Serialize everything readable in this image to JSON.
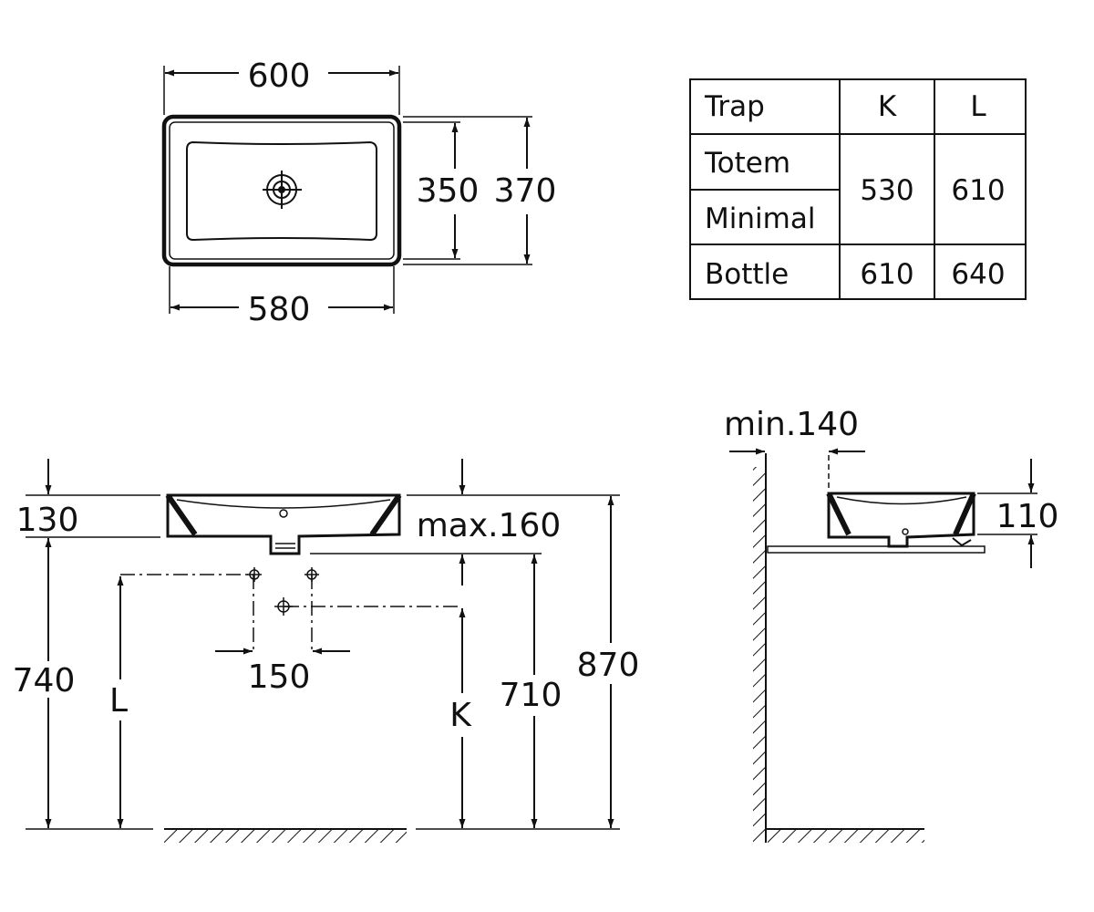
{
  "top_view": {
    "width_outer": "600",
    "width_inner": "580",
    "depth_bowl": "350",
    "depth_outer": "370"
  },
  "trap_table": {
    "headers": [
      "Trap",
      "K",
      "L"
    ],
    "rows": [
      {
        "name": "Totem",
        "K": "530",
        "L": "610"
      },
      {
        "name": "Minimal",
        "K": "530",
        "L": "610"
      },
      {
        "name": "Bottle",
        "K": "610",
        "L": "640"
      }
    ],
    "merged_K": "530",
    "merged_L": "610"
  },
  "front_view": {
    "basin_height": "130",
    "max_rim": "max.160",
    "counter_height": "740",
    "rim_height": "870",
    "outlet_height": "710",
    "label_L": "L",
    "label_K": "K",
    "hole_spacing": "150"
  },
  "side_view": {
    "min_wall": "min.140",
    "height": "110"
  }
}
